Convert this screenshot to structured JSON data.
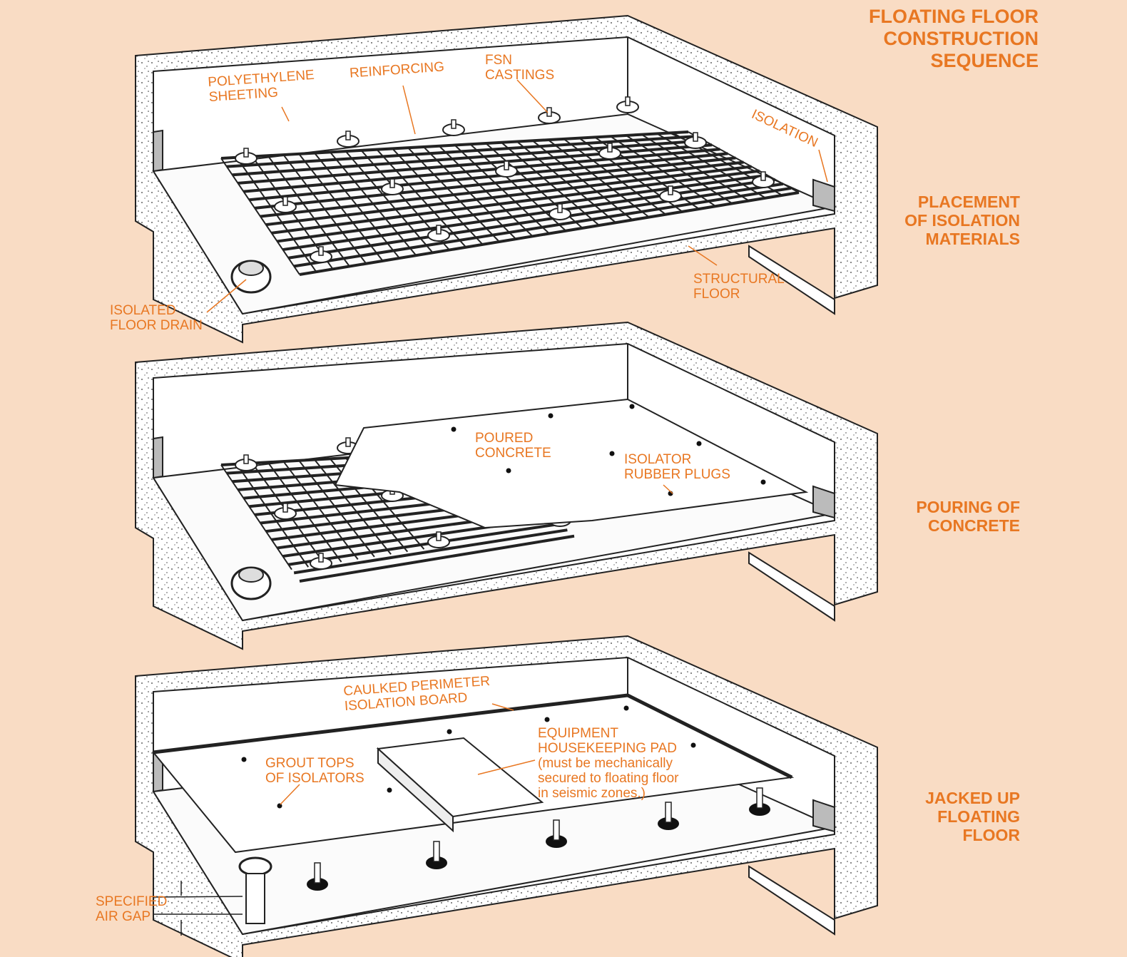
{
  "title": "FLOATING FLOOR\nCONSTRUCTION\nSEQUENCE",
  "colors": {
    "background": "#f9dcc4",
    "accent": "#e87722"
  },
  "steps": [
    {
      "caption": "PLACEMENT\nOF ISOLATION\nMATERIALS",
      "labels": {
        "polyethylene": "POLYETHYLENE\nSHEETING",
        "reinforcing": "REINFORCING",
        "fsn": "FSN\nCASTINGS",
        "isolation": "ISOLATION",
        "structural": "STRUCTURAL\nFLOOR",
        "drain": "ISOLATED\nFLOOR DRAIN"
      }
    },
    {
      "caption": "POURING OF\nCONCRETE",
      "labels": {
        "poured": "POURED\nCONCRETE",
        "plugs": "ISOLATOR\nRUBBER PLUGS"
      }
    },
    {
      "caption": "JACKED UP\nFLOATING\nFLOOR",
      "labels": {
        "caulked": "CAULKED PERIMETER\nISOLATION BOARD",
        "grout": "GROUT TOPS\nOF ISOLATORS",
        "pad": "EQUIPMENT\nHOUSEKEEPING PAD\n(must be mechanically\nsecured to floating floor\nin seismic zones.)",
        "airgap": "SPECIFIED\nAIR GAP"
      }
    }
  ]
}
